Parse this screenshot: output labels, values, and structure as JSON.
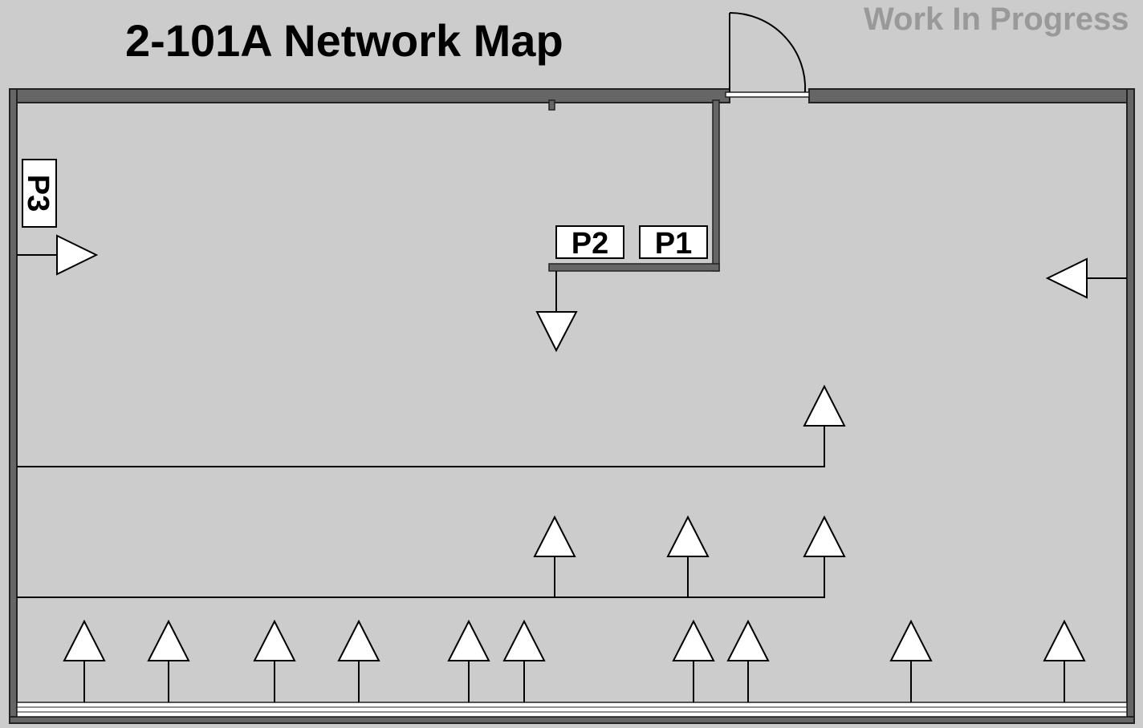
{
  "title": "2-101A Network Map",
  "watermark": "Work In Progress",
  "labels": {
    "p1": "P1",
    "p2": "P2",
    "p3": "P3"
  },
  "colors": {
    "background": "#cccccc",
    "wall_fill": "#666666",
    "wall_outline": "#222222",
    "symbol_fill": "#ffffff",
    "watermark": "#999999"
  },
  "icons": {
    "jack": "network-jack-triangle-icon",
    "door": "door-swing-icon"
  }
}
